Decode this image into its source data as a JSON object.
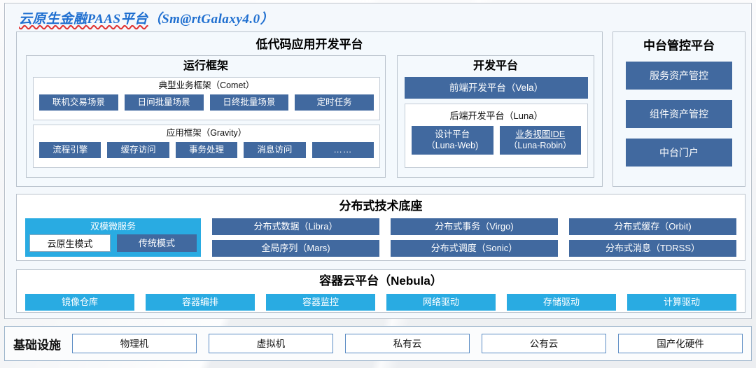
{
  "title": {
    "cn": "云原生金融PAAS平台",
    "en": "（Sm@rtGalaxy4.0）"
  },
  "lowcode": {
    "heading": "低代码应用开发平台",
    "runtime": {
      "heading": "运行框架",
      "comet": {
        "title": "典型业务框架（Comet）",
        "chips": [
          "联机交易场景",
          "日间批量场景",
          "日终批量场景",
          "定时任务"
        ]
      },
      "gravity": {
        "title": "应用框架（Gravity）",
        "chips": [
          "流程引擎",
          "缓存访问",
          "事务处理",
          "消息访问",
          "……"
        ]
      }
    },
    "devplat": {
      "heading": "开发平台",
      "frontend": "前端开发平台（Vela）",
      "backend": {
        "title": "后端开发平台（Luna）",
        "chips": [
          {
            "line1": "设计平台",
            "line2": "（Luna-Web)"
          },
          {
            "line1": "业务视图IDE",
            "line2": "（Luna-Robin）"
          }
        ]
      }
    }
  },
  "midplat": {
    "heading": "中台管控平台",
    "chips": [
      "服务资产管控",
      "组件资产管控",
      "中台门户"
    ]
  },
  "distbase": {
    "heading": "分布式技术底座",
    "dualmode": {
      "title": "双模微服务",
      "chips": [
        "云原生模式",
        "传统模式"
      ]
    },
    "columns": [
      [
        "分布式数据（Libra）",
        "全局序列（Mars)"
      ],
      [
        "分布式事务（Virgo)",
        "分布式调度（Sonic）"
      ],
      [
        "分布式缓存（Orbit)",
        "分布式消息（TDRSS）"
      ]
    ]
  },
  "container_cloud": {
    "heading": "容器云平台（Nebula）",
    "chips": [
      "镜像仓库",
      "容器编排",
      "容器监控",
      "网络驱动",
      "存储驱动",
      "计算驱动"
    ]
  },
  "infrastructure": {
    "label": "基础设施",
    "items": [
      "物理机",
      "虚拟机",
      "私有云",
      "公有云",
      "国产化硬件"
    ]
  },
  "colors": {
    "dark_blue": "#41699f",
    "cyan": "#29abe2",
    "title_blue": "#1f6fd0",
    "spellcheck_red": "#e03131",
    "panel_bg": "#f4f9fd"
  }
}
